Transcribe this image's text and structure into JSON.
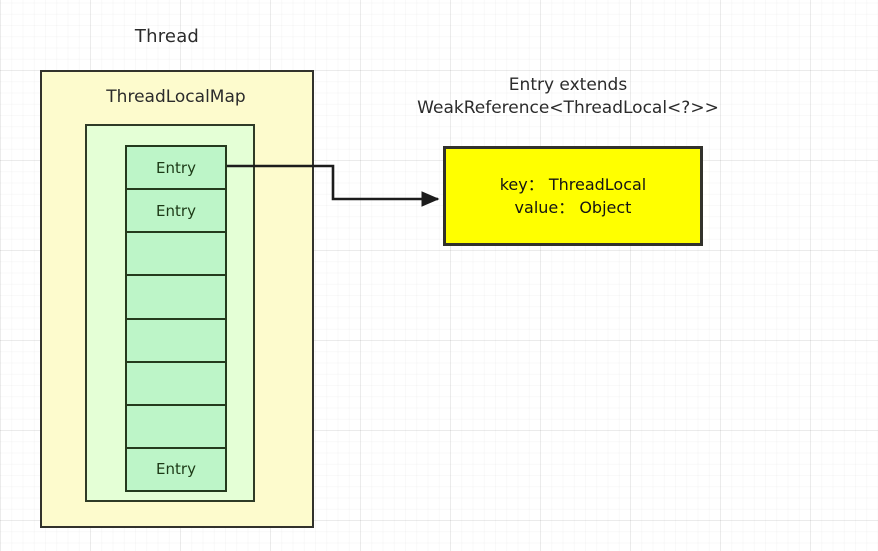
{
  "diagram": {
    "title_caption": "Thread",
    "thread": {
      "label": "Thread"
    },
    "threadlocalmap": {
      "label": "ThreadLocalMap",
      "entries": [
        {
          "label": "Entry",
          "occupied": true
        },
        {
          "label": "Entry",
          "occupied": true
        },
        {
          "label": "",
          "occupied": false
        },
        {
          "label": "",
          "occupied": false
        },
        {
          "label": "",
          "occupied": false
        },
        {
          "label": "",
          "occupied": false
        },
        {
          "label": "",
          "occupied": false
        },
        {
          "label": "Entry",
          "occupied": true
        }
      ]
    },
    "entry_detail": {
      "caption": "Entry extends\nWeakReference<ThreadLocal<?>>",
      "caption_line1": "Entry extends",
      "caption_line2": "WeakReference<ThreadLocal<?>>",
      "key_line": "key： ThreadLocal",
      "value_line": "value： Object"
    },
    "connector": {
      "from": "entry-cell-0",
      "to": "key-value-box",
      "style": "orthogonal-step-arrow"
    },
    "colors": {
      "thread_fill": "#fdfbcd",
      "threadlocalmap_fill": "#e4ffd6",
      "entry_fill": "#bdf5c8",
      "keyvalue_fill": "#ffff00",
      "stroke_dark": "#32322c",
      "stroke_green": "#243a1d",
      "text_dark": "#2b2b2b",
      "grid_line": "#e8e8e8",
      "background": "#ffffff"
    }
  }
}
